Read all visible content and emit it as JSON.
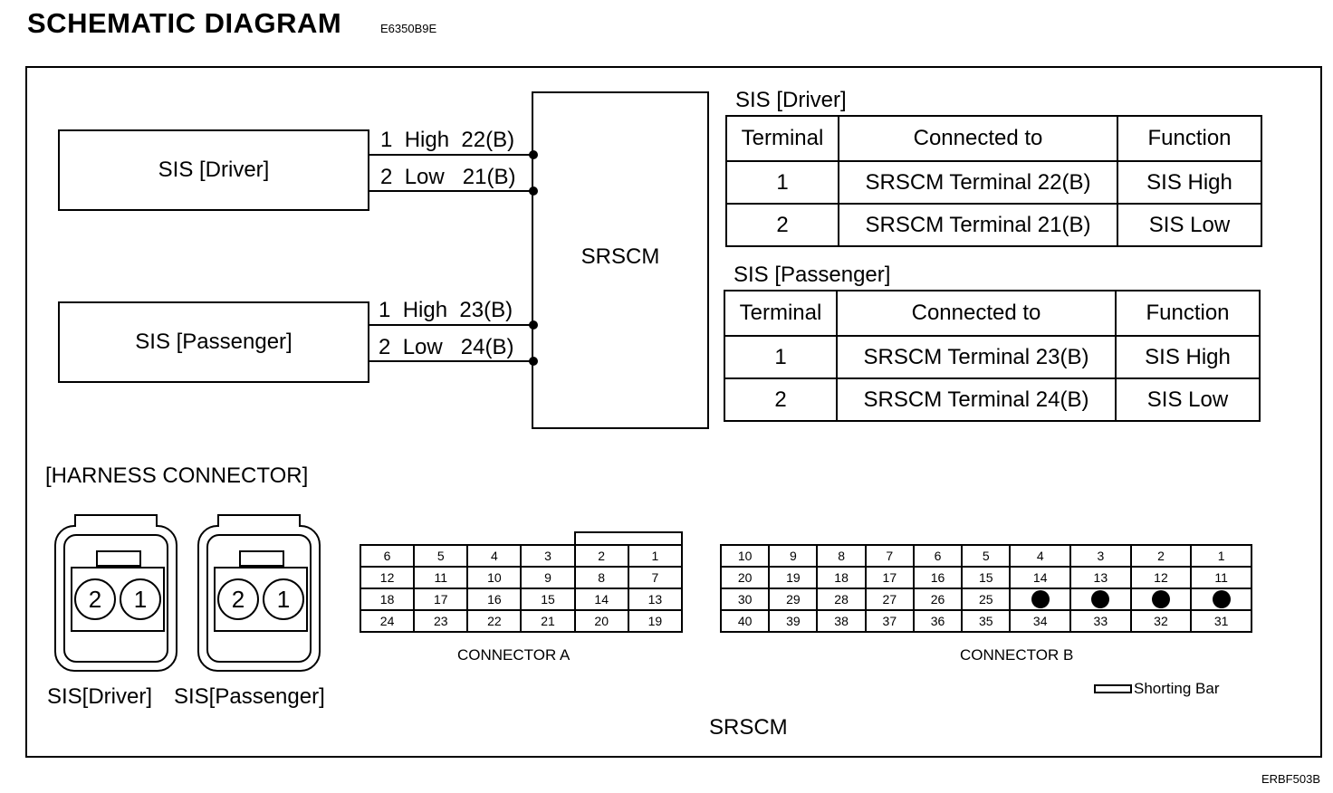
{
  "header": {
    "title": "SCHEMATIC DIAGRAM",
    "code": "E6350B9E"
  },
  "schematic": {
    "driver_box": "SIS [Driver]",
    "passenger_box": "SIS [Passenger]",
    "srscm_box": "SRSCM",
    "driver_wires": [
      {
        "pin": "1",
        "level": "High",
        "terminal": "22(B)"
      },
      {
        "pin": "2",
        "level": "Low",
        "terminal": "21(B)"
      }
    ],
    "passenger_wires": [
      {
        "pin": "1",
        "level": "High",
        "terminal": "23(B)"
      },
      {
        "pin": "2",
        "level": "Low",
        "terminal": "24(B)"
      }
    ]
  },
  "tables": {
    "driver": {
      "caption": "SIS [Driver]",
      "headers": [
        "Terminal",
        "Connected to",
        "Function"
      ],
      "rows": [
        [
          "1",
          "SRSCM Terminal 22(B)",
          "SIS High"
        ],
        [
          "2",
          "SRSCM Terminal 21(B)",
          "SIS Low"
        ]
      ]
    },
    "passenger": {
      "caption": "SIS [Passenger]",
      "headers": [
        "Terminal",
        "Connected to",
        "Function"
      ],
      "rows": [
        [
          "1",
          "SRSCM Terminal 23(B)",
          "SIS High"
        ],
        [
          "2",
          "SRSCM Terminal 24(B)",
          "SIS Low"
        ]
      ]
    }
  },
  "harness": {
    "heading": "[HARNESS CONNECTOR]",
    "driver_label": "SIS[Driver]",
    "passenger_label": "SIS[Passenger]",
    "pins": [
      "2",
      "1"
    ],
    "connector_a": {
      "label": "CONNECTOR A",
      "rows": [
        [
          "6",
          "5",
          "4",
          "3",
          "2",
          "1"
        ],
        [
          "12",
          "11",
          "10",
          "9",
          "8",
          "7"
        ],
        [
          "18",
          "17",
          "16",
          "15",
          "14",
          "13"
        ],
        [
          "24",
          "23",
          "22",
          "21",
          "20",
          "19"
        ]
      ]
    },
    "connector_b": {
      "label": "CONNECTOR B",
      "rows": [
        [
          "10",
          "9",
          "8",
          "7",
          "6",
          "5",
          "4",
          "3",
          "2",
          "1"
        ],
        [
          "20",
          "19",
          "18",
          "17",
          "16",
          "15",
          "14",
          "13",
          "12",
          "11"
        ],
        [
          "30",
          "29",
          "28",
          "27",
          "26",
          "25",
          "",
          "",
          "",
          ""
        ],
        [
          "40",
          "39",
          "38",
          "37",
          "36",
          "35",
          "34",
          "33",
          "32",
          "31"
        ]
      ]
    },
    "legend": "Shorting Bar",
    "module_label": "SRSCM"
  },
  "footer": {
    "code": "ERBF503B"
  }
}
